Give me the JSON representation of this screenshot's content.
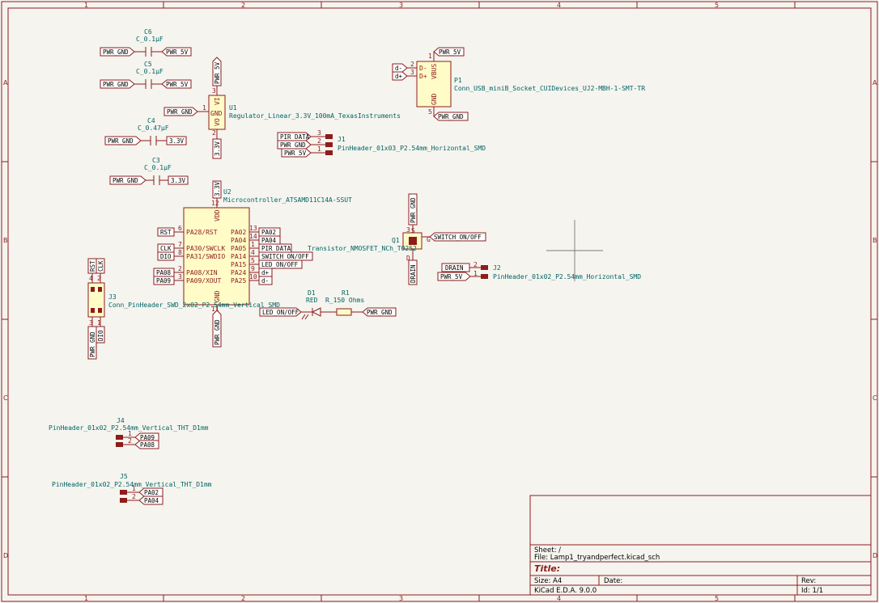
{
  "frame": {
    "cols": [
      "1",
      "2",
      "3",
      "4",
      "5"
    ],
    "rows": [
      "A",
      "B",
      "C",
      "D"
    ]
  },
  "title_block": {
    "sheet": "Sheet: /",
    "file": "File: Lamp1_tryandperfect.kicad_sch",
    "title": "Title:",
    "size": "Size: A4",
    "date": "Date:",
    "rev": "Rev:",
    "tool": "KiCad E.D.A. 9.0.0",
    "id": "Id: 1/1"
  },
  "labels": {
    "pwr_gnd": "PWR_GND",
    "pwr_5v": "PWR_5V",
    "v33": "3.3V",
    "dminus_l": "d-",
    "dplus_l": "d+",
    "rst": "RST",
    "clk": "CLK",
    "dio": "DIO",
    "pa08": "PA08",
    "pa09": "PA09",
    "pa02": "PA02",
    "pa04": "PA04",
    "pir_data": "PIR_DATA",
    "switch_on_off": "SWITCH_ON/OFF",
    "led_on_off": "LED_ON/OFF",
    "drain": "DRAIN"
  },
  "components": {
    "c6": {
      "ref": "C6",
      "value": "C_0.1µF"
    },
    "c5": {
      "ref": "C5",
      "value": "C_0.1µF"
    },
    "c4": {
      "ref": "C4",
      "value": "C_0.47µF"
    },
    "c3": {
      "ref": "C3",
      "value": "C_0.1µF"
    },
    "u1": {
      "ref": "U1",
      "value": "Regulator_Linear_3.3V_100mA_TexasInstruments",
      "pin_gnd": "GND",
      "pin_vi": "VI",
      "pin_vo": "VO",
      "p1": "1",
      "p2": "2",
      "p3": "3"
    },
    "p1": {
      "ref": "P1",
      "value": "Conn_USB_miniB_Socket_CUIDevices_UJ2-MBH-1-SMT-TR",
      "pin_dm": "D-",
      "pin_dp": "D+",
      "pin_vbus": "VBUS",
      "pin_gnd": "GND",
      "n1": "1",
      "n2": "2",
      "n3": "3",
      "n5": "5"
    },
    "j1": {
      "ref": "J1",
      "value": "PinHeader_01x03_P2.54mm_Horizontal_SMD",
      "n1": "1",
      "n2": "2",
      "n3": "3"
    },
    "u2": {
      "ref": "U2",
      "value": "Microcontroller_ATSAMD11C14A-SSUT",
      "vdd": "VDD",
      "gnd": "GND",
      "left": [
        {
          "n": "6",
          "name": "PA28/RST"
        },
        {
          "n": "7",
          "name": "PA30/SWCLK"
        },
        {
          "n": "8",
          "name": "PA31/SWDIO"
        },
        {
          "n": "2",
          "name": "PA08/XIN"
        },
        {
          "n": "3",
          "name": "PA09/XOUT"
        }
      ],
      "right": [
        {
          "n": "13",
          "name": "PA02"
        },
        {
          "n": "14",
          "name": "PA04"
        },
        {
          "n": "1",
          "name": "PA05"
        },
        {
          "n": "4",
          "name": "PA14"
        },
        {
          "n": "5",
          "name": "PA15"
        },
        {
          "n": "9",
          "name": "PA24"
        },
        {
          "n": "10",
          "name": "PA25"
        }
      ],
      "n_top": "12",
      "n_bot": "11"
    },
    "j3": {
      "ref": "J3",
      "value": "Conn_PinHeader_SWD_2x02_P2.54mm_Vertical_SMD",
      "n1": "1",
      "n2": "2",
      "n3": "3",
      "n4": "4"
    },
    "q1": {
      "ref": "Q1",
      "value": "Transistor_NMOSFET_NCh_TO252",
      "pin_s": "S",
      "pin_d": "D",
      "pin_g": "G",
      "n1": "1",
      "n2": "2",
      "n3": "3"
    },
    "j2": {
      "ref": "J2",
      "value": "PinHeader_01x02_P2.54mm_Horizontal_SMD",
      "n1": "1",
      "n2": "2"
    },
    "d1": {
      "ref": "D1",
      "value": "RED"
    },
    "r1": {
      "ref": "R1",
      "value": "R_150 Ohms"
    },
    "j4": {
      "ref": "J4",
      "value": "PinHeader_01x02_P2.54mm_Vertical_THT_D1mm",
      "n1": "1",
      "n2": "2"
    },
    "j5": {
      "ref": "J5",
      "value": "PinHeader_01x02_P2.54mm_Vertical_THT_D1mm",
      "n1": "1",
      "n2": "2"
    }
  }
}
